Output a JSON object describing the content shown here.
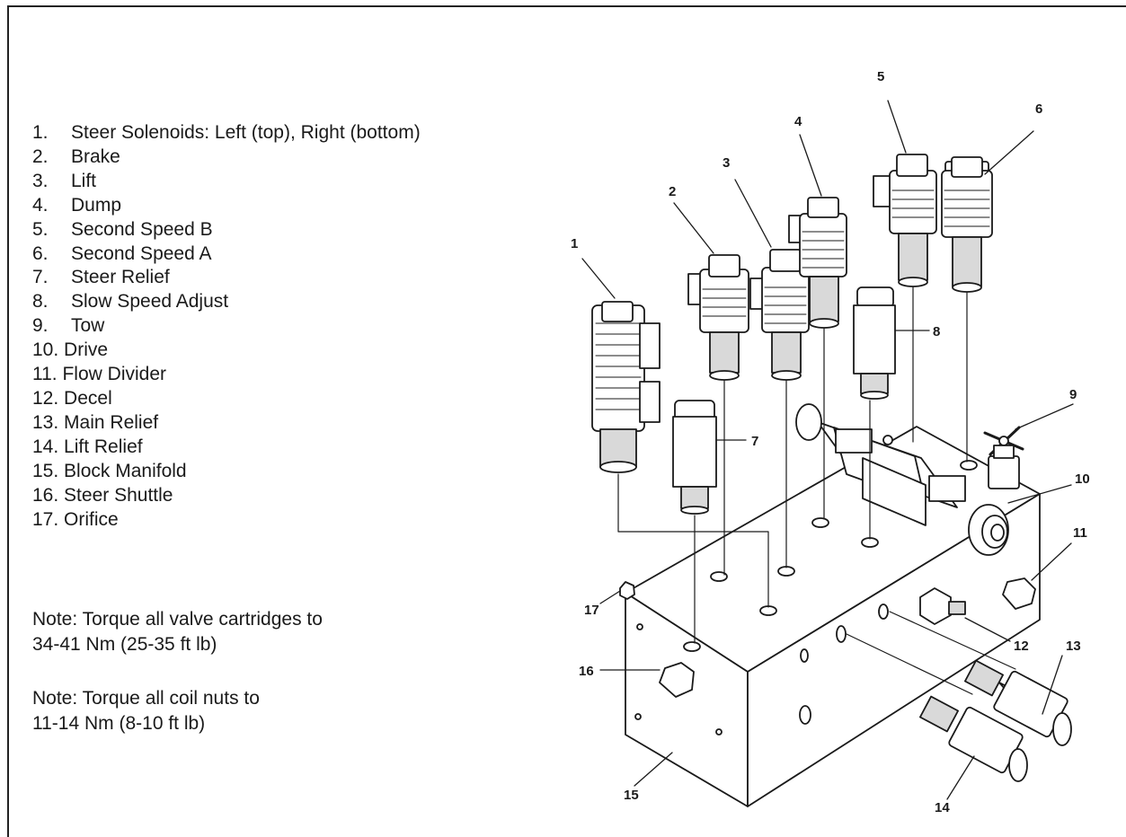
{
  "legend": [
    {
      "num": "1.",
      "label": "Steer Solenoids: Left (top), Right (bottom)"
    },
    {
      "num": "2.",
      "label": "Brake"
    },
    {
      "num": "3.",
      "label": "Lift"
    },
    {
      "num": "4.",
      "label": "Dump"
    },
    {
      "num": "5.",
      "label": "Second Speed B"
    },
    {
      "num": "6.",
      "label": "Second Speed A"
    },
    {
      "num": "7.",
      "label": "Steer Relief"
    },
    {
      "num": "8.",
      "label": "Slow Speed Adjust"
    },
    {
      "num": "9.",
      "label": "Tow"
    },
    {
      "num": "10.",
      "label": "Drive"
    },
    {
      "num": "11.",
      "label": "Flow Divider"
    },
    {
      "num": "12.",
      "label": "Decel"
    },
    {
      "num": "13.",
      "label": "Main Relief"
    },
    {
      "num": "14.",
      "label": "Lift Relief"
    },
    {
      "num": "15.",
      "label": "Block Manifold"
    },
    {
      "num": "16.",
      "label": "Steer Shuttle"
    },
    {
      "num": "17.",
      "label": "Orifice"
    }
  ],
  "notes": [
    {
      "line1": "Note: Torque all valve cartridges to",
      "line2": "34-41 Nm (25-35 ft lb)"
    },
    {
      "line1": "Note: Torque all coil nuts to",
      "line2": "11-14 Nm (8-10 ft lb)"
    }
  ],
  "callouts": {
    "c1": "1",
    "c2": "2",
    "c3": "3",
    "c4": "4",
    "c5": "5",
    "c6": "6",
    "c7": "7",
    "c8": "8",
    "c9": "9",
    "c10": "10",
    "c11": "11",
    "c12": "12",
    "c13": "13",
    "c14": "14",
    "c15": "15",
    "c16": "16",
    "c17": "17"
  },
  "colors": {
    "line": "#1a1a1a",
    "paper": "#ffffff",
    "shade": "#d9d9d9"
  }
}
